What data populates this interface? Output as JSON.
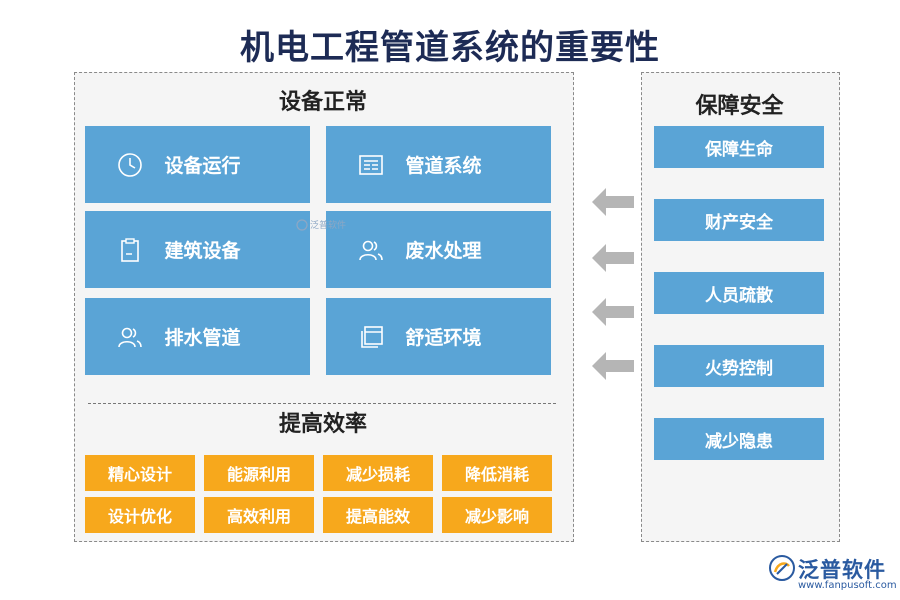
{
  "title": "机电工程管道系统的重要性",
  "equipment_section": {
    "title": "设备正常",
    "cards": [
      {
        "label": "设备运行",
        "icon": "clock-icon"
      },
      {
        "label": "管道系统",
        "icon": "document-list-icon"
      },
      {
        "label": "建筑设备",
        "icon": "clipboard-icon"
      },
      {
        "label": "废水处理",
        "icon": "users-icon"
      },
      {
        "label": "排水管道",
        "icon": "users-icon"
      },
      {
        "label": "舒适环境",
        "icon": "windows-icon"
      }
    ]
  },
  "efficiency_section": {
    "title": "提高效率",
    "items": [
      "精心设计",
      "能源利用",
      "减少损耗",
      "降低消耗",
      "设计优化",
      "高效利用",
      "提高能效",
      "减少影响"
    ]
  },
  "safety_section": {
    "title": "保障安全",
    "items": [
      "保障生命",
      "财产安全",
      "人员疏散",
      "火势控制",
      "减少隐患"
    ]
  },
  "watermark": {
    "text": "泛普软件"
  },
  "logo": {
    "brand": "泛普软件",
    "url": "www.fanpusoft.com"
  },
  "colors": {
    "blue": "#5aa4d6",
    "orange": "#f7a81c",
    "arrow": "#b5b5b5",
    "title": "#1d2b55"
  }
}
